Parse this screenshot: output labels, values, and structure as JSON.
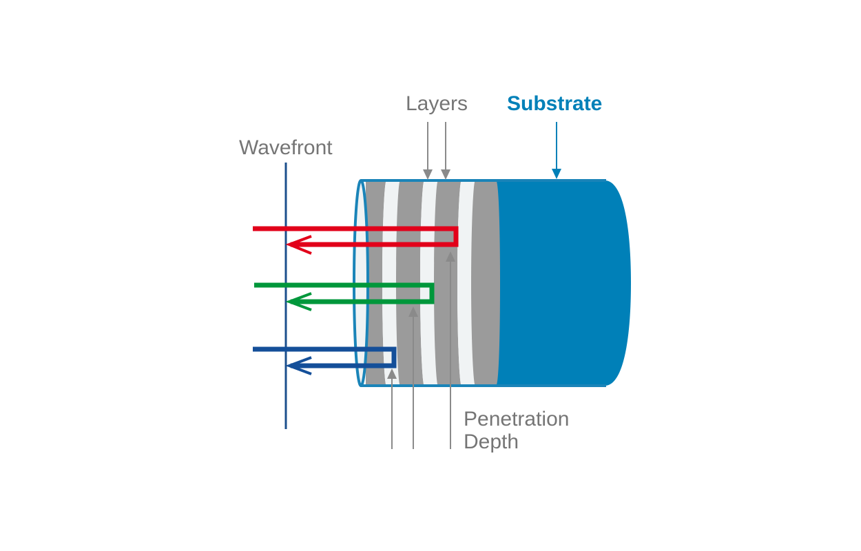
{
  "labels": {
    "wavefront": "Wavefront",
    "layers": "Layers",
    "substrate": "Substrate",
    "penetration_line1": "Penetration",
    "penetration_line2": "Depth"
  },
  "colors": {
    "substrate_blue": "#0080b8",
    "layer_gray": "#9b9b9b",
    "layer_white": "#f0f3f4",
    "outline": "#1a84b8",
    "wavefront_line": "#1c4f8c",
    "label_gray": "#757575",
    "pointer_gray": "#8a8a8a",
    "ray_red": "#e2001a",
    "ray_green": "#00973b",
    "ray_blue": "#144f99"
  }
}
